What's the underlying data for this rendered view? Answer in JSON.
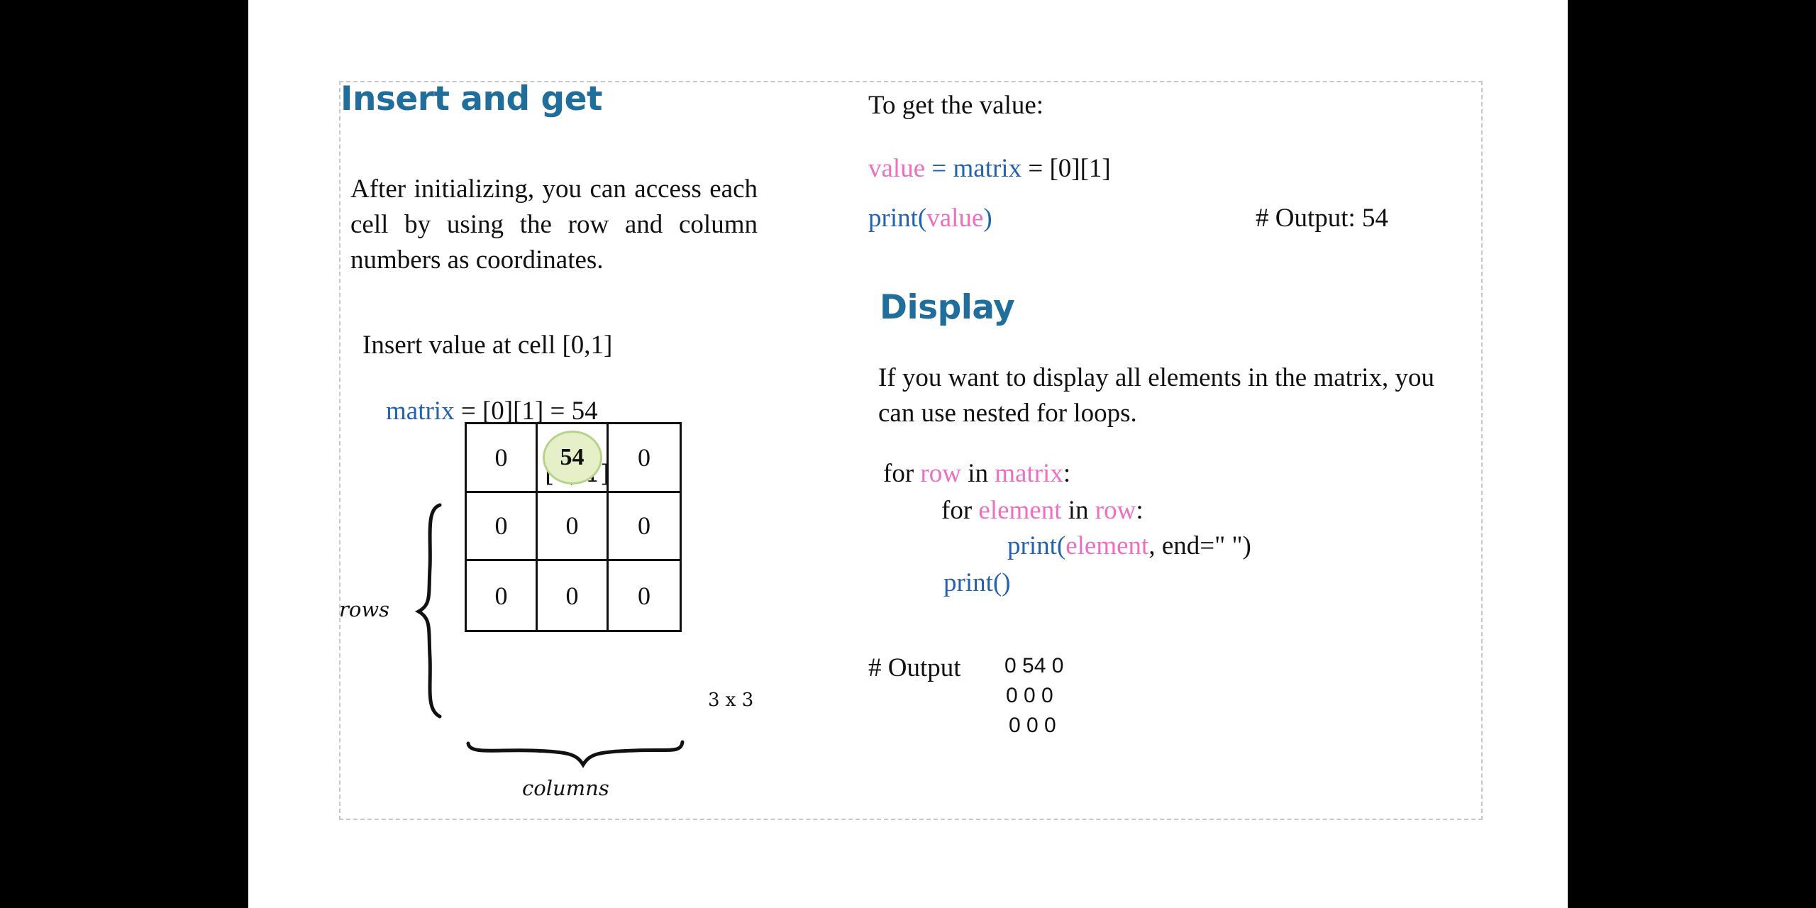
{
  "left": {
    "heading": "Insert and get",
    "intro": "After initializing, you can access each cell by using the row and column numbers as coordinates.",
    "insert_label": "Insert value at cell [0,1]",
    "code": {
      "var": "matrix",
      "rest": " =  [0][1] =  54"
    },
    "diagram": {
      "top_label": "[0, 1]",
      "rows_label": "rows",
      "columns_label": "columns",
      "size_label": "3 x 3",
      "cells": [
        [
          "0",
          "54",
          "0"
        ],
        [
          "0",
          "0",
          "0"
        ],
        [
          "0",
          "0",
          "0"
        ]
      ]
    }
  },
  "right": {
    "get_label": "To get the value:",
    "get_code": {
      "value": "value",
      "eq": " = ",
      "matrix": "matrix",
      "rest": " = [0][1]"
    },
    "print_code": {
      "fn": "print(",
      "arg": "value",
      "close": ")"
    },
    "output_comment": "# Output: 54",
    "heading": "Display",
    "display_text": "If you want to display all elements in the matrix, you can use nested for loops.",
    "loop": {
      "l1_for": "for ",
      "l1_row": "row",
      "l1_in": " in ",
      "l1_matrix": "matrix",
      "l1_colon": ":",
      "l2_for": "for ",
      "l2_element": "element",
      "l2_in": " in ",
      "l2_row": "row",
      "l2_colon": ":",
      "l3_print": "print(",
      "l3_element": "element",
      "l3_rest": ", end=\" \")",
      "l4_print": "print()"
    },
    "output_label": "# Output",
    "output_lines": [
      "0 54  0",
      "0   0  0",
      "0   0  0"
    ]
  }
}
